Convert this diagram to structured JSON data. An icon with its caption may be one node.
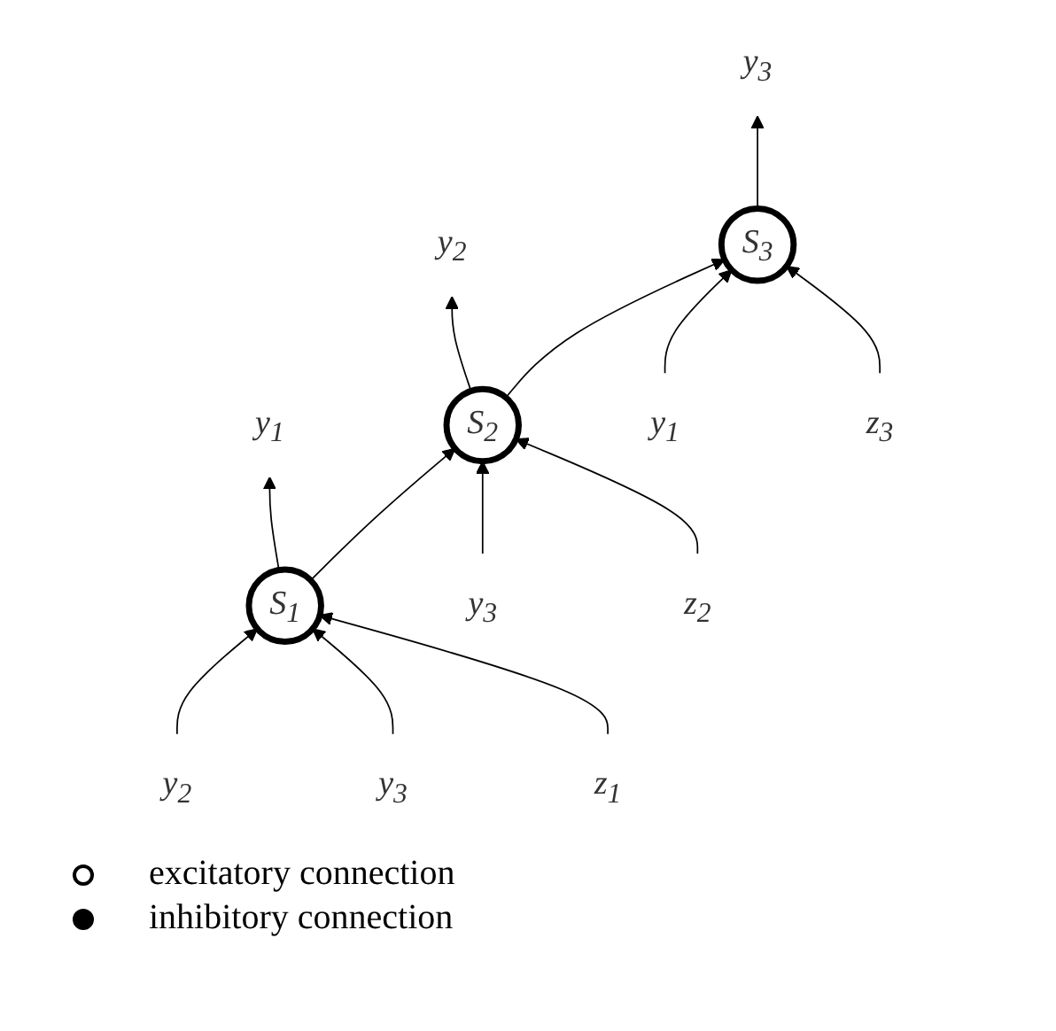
{
  "diagram": {
    "nodes": [
      {
        "text": [
          "y$_{1}$"
        ]
      },
      {
        "text": [
          "y$_{2}$"
        ]
      },
      {
        "text": [
          "y$_{3}$"
        ]
      },
      {
        "text": [
          "S$_{1}$"
        ]
      },
      {
        "text": [
          "S$_{2}$"
        ]
      },
      {
        "text": [
          "S$_{3}$"
        ]
      },
      {
        "text": [
          "y$_{2}$"
        ]
      },
      {
        "text": [
          "y$_{3}$"
        ]
      },
      {
        "text": [
          "y$_{3}$"
        ]
      },
      {
        "text": [
          "y$_{1}$"
        ]
      },
      {
        "text": [
          "z$_{1}$"
        ]
      },
      {
        "text": [
          "z$_{2}$"
        ]
      },
      {
        "text": [
          "z$_{3}$"
        ]
      }
    ],
    "edges": [
      {
        "from": 3,
        "to": 0,
        "arrow": "to"
      },
      {
        "from": 4,
        "to": 1,
        "arrow": "to"
      },
      {
        "from": 5,
        "to": 2,
        "arrow": "to"
      },
      {
        "from": 6,
        "to": 3,
        "arrow": "to"
      },
      {
        "from": 7,
        "to": 3,
        "arrow": "to"
      },
      {
        "from": 8,
        "to": 4,
        "arrow": "to"
      },
      {
        "from": 9,
        "to": 5,
        "arrow": "to"
      },
      {
        "from": 10,
        "to": 3,
        "arrow": "to"
      },
      {
        "from": 11,
        "to": 4,
        "arrow": "to"
      },
      {
        "from": 12,
        "to": 5,
        "arrow": "to"
      },
      {
        "from": 3,
        "to": 4,
        "arrow": "to"
      },
      {
        "from": 4,
        "to": 5,
        "arrow": "to"
      }
    ],
    "legend": [
      {
        "text": "excitatory connection"
      },
      {
        "text": "inhibitory connection"
      }
    ]
  }
}
